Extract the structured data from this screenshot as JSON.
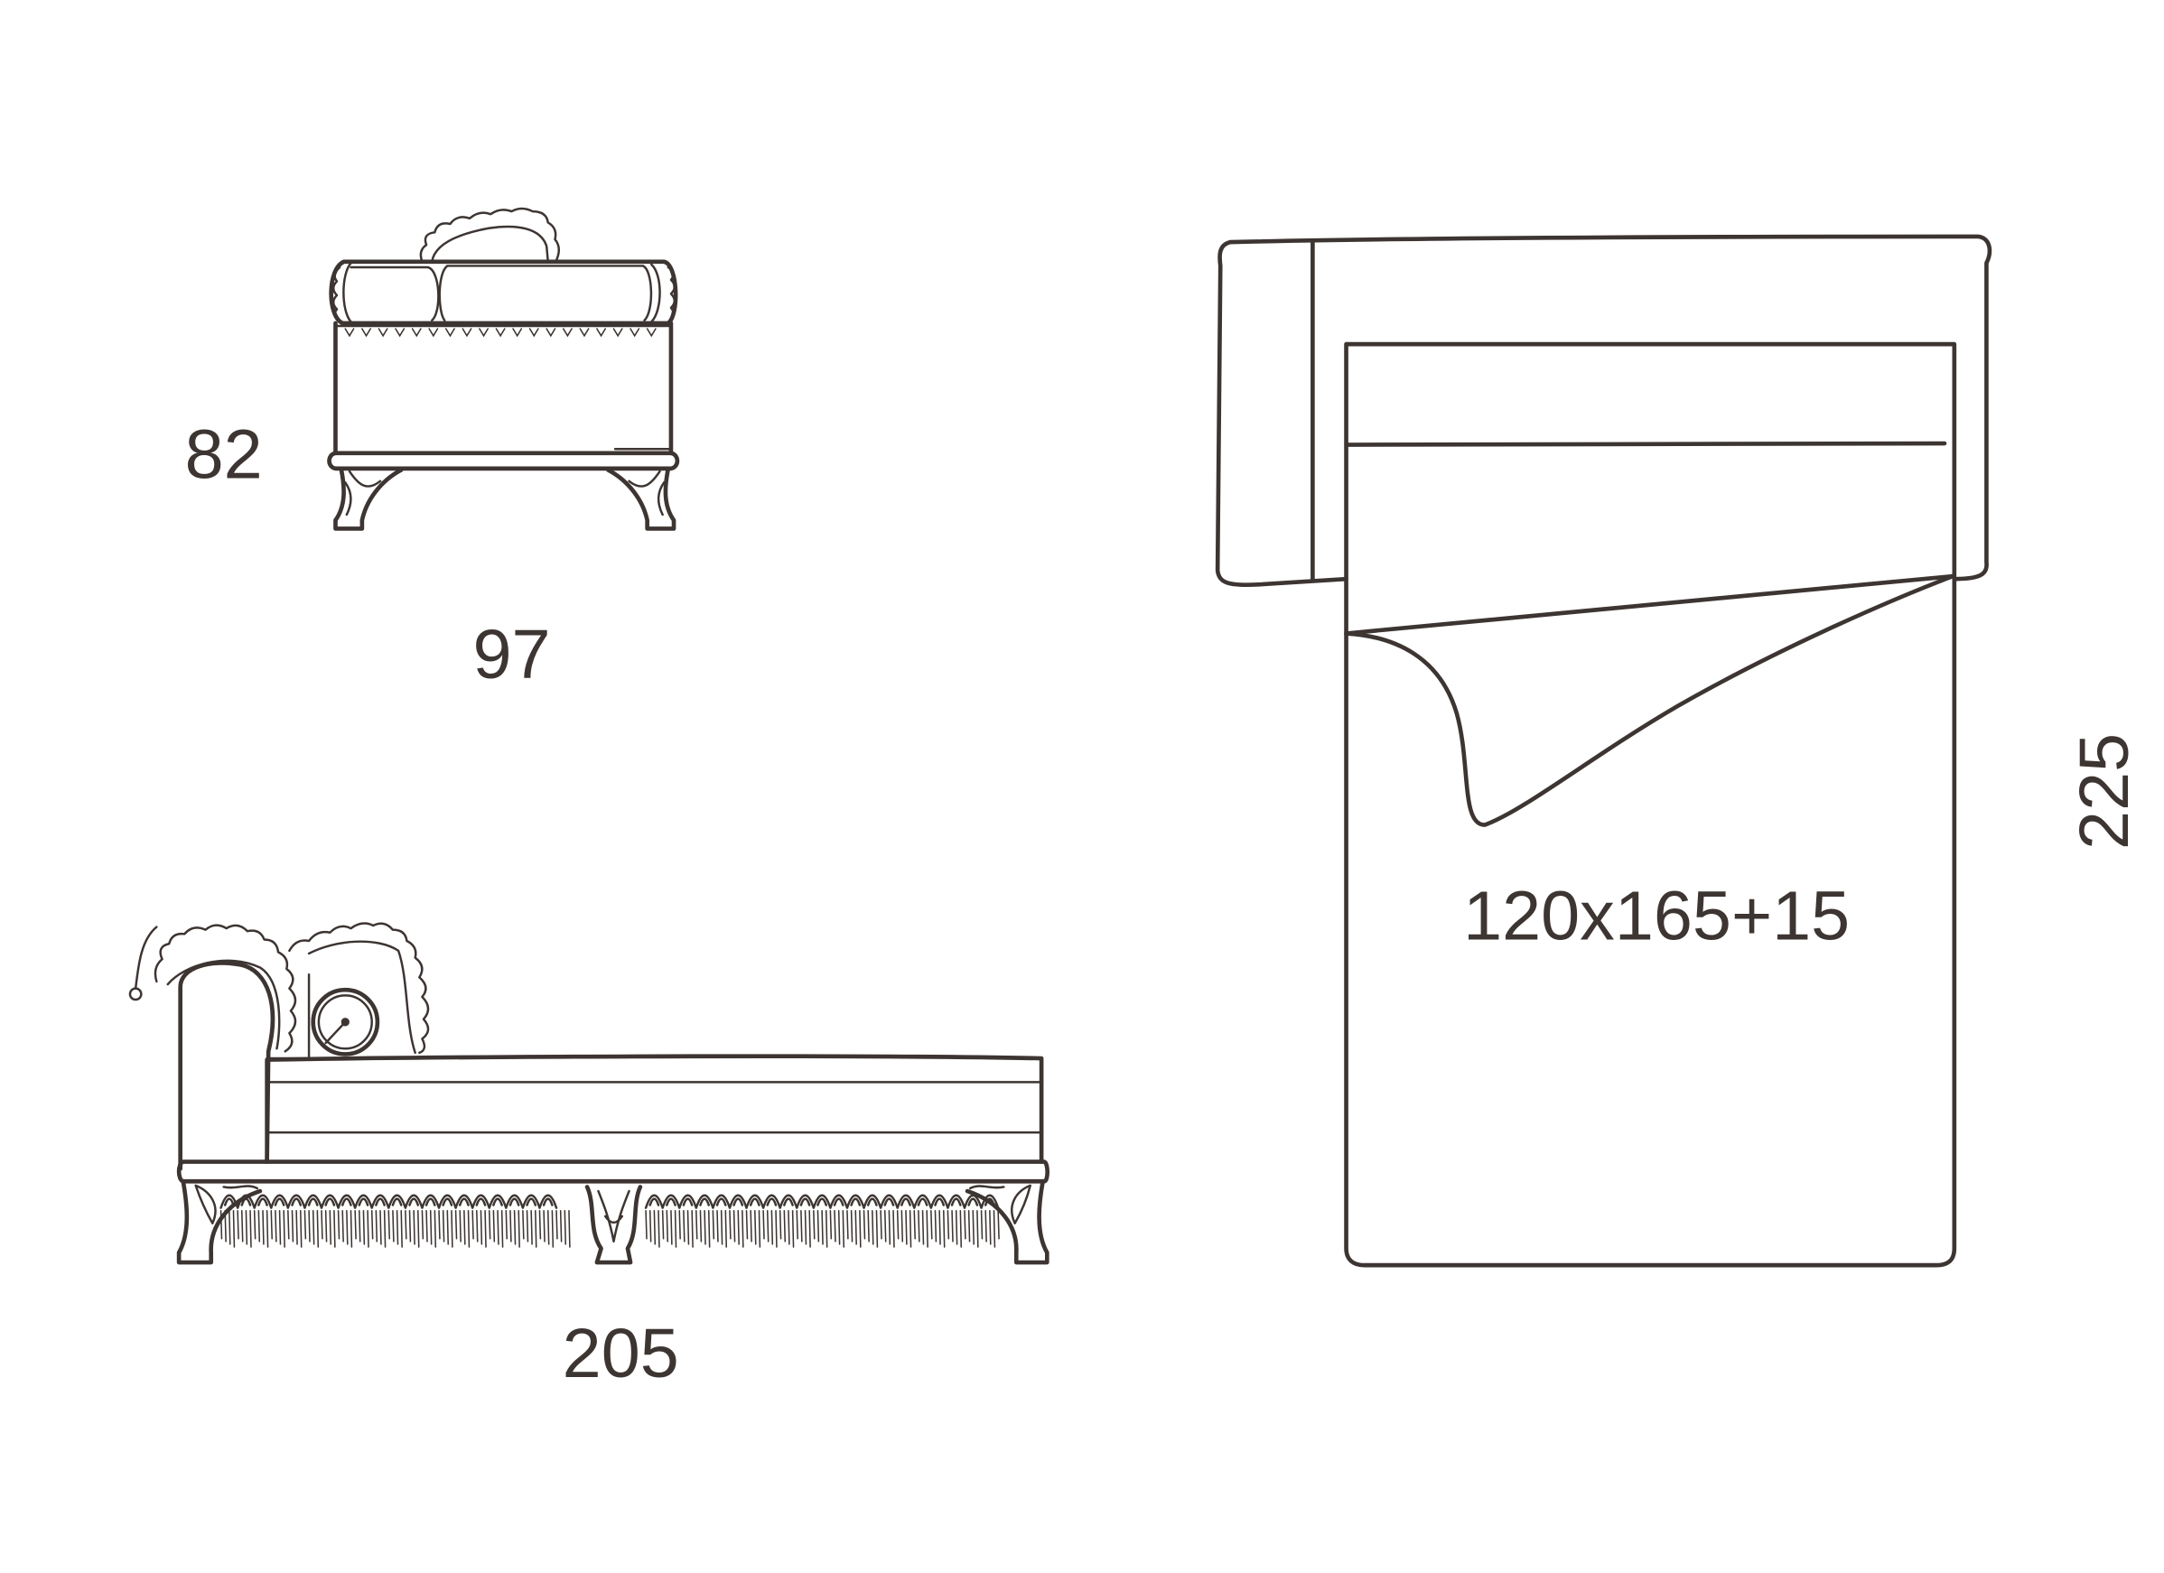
{
  "dimensions": {
    "front_height": "82",
    "front_width": "97",
    "side_length": "205",
    "bed_size": "120x165+15",
    "bed_length": "225"
  },
  "colors": {
    "line": "#3d3532",
    "background": "#ffffff"
  }
}
